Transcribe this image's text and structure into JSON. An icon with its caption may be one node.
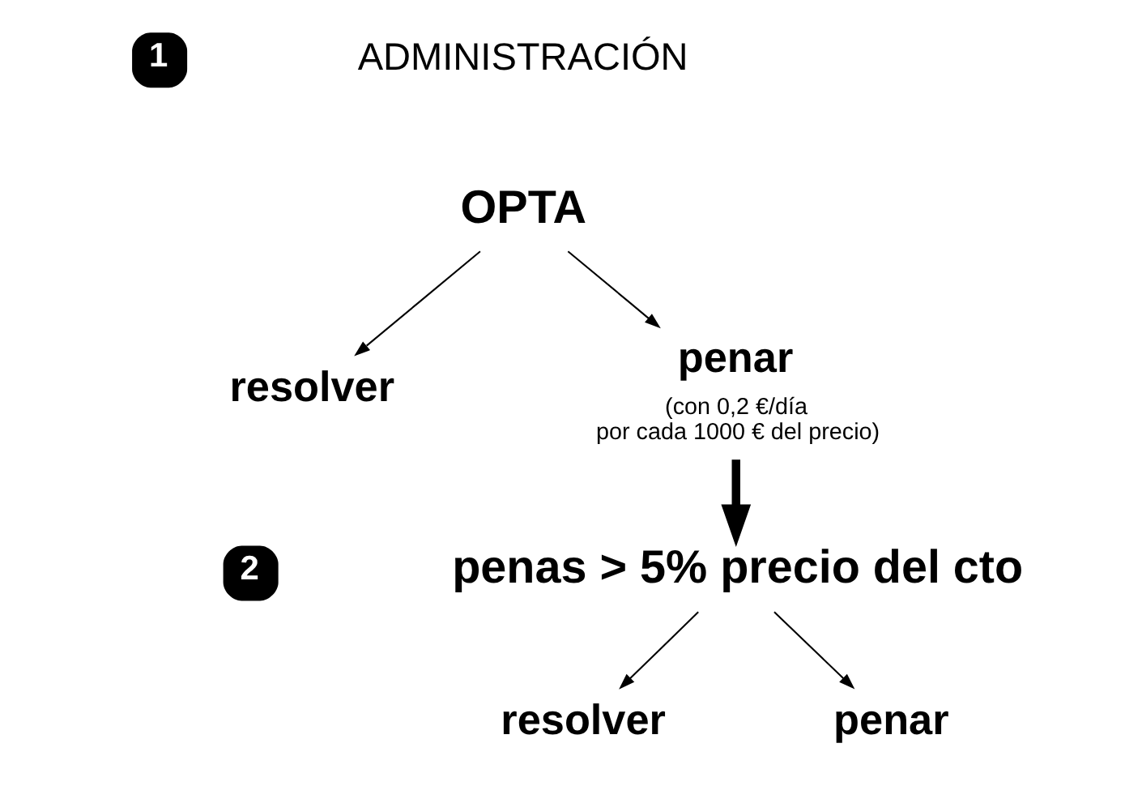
{
  "diagram": {
    "nodes": [
      {
        "text": [
          "OPTA"
        ]
      },
      {
        "text": [
          "resolver"
        ]
      },
      {
        "text": [
          "penar"
        ],
        "beside": [
          "(con 0,2 €/día por cada 1000 € del precio)"
        ]
      },
      {
        "text": [
          "penas > 5% precio del cto"
        ]
      },
      {
        "text": [
          "resolver"
        ]
      },
      {
        "text": [
          "penar"
        ]
      }
    ],
    "edges": [
      {
        "from": 0,
        "to": 1,
        "arrow": "to"
      },
      {
        "from": 0,
        "to": 2,
        "arrow": "to"
      },
      {
        "from": 2,
        "to": 3,
        "arrow": "to",
        "style": "thick"
      },
      {
        "from": 3,
        "to": 4,
        "arrow": "to"
      },
      {
        "from": 3,
        "to": 5,
        "arrow": "to"
      }
    ],
    "labels": [
      "1",
      "ADMINISTRACIÓN",
      "2"
    ]
  }
}
